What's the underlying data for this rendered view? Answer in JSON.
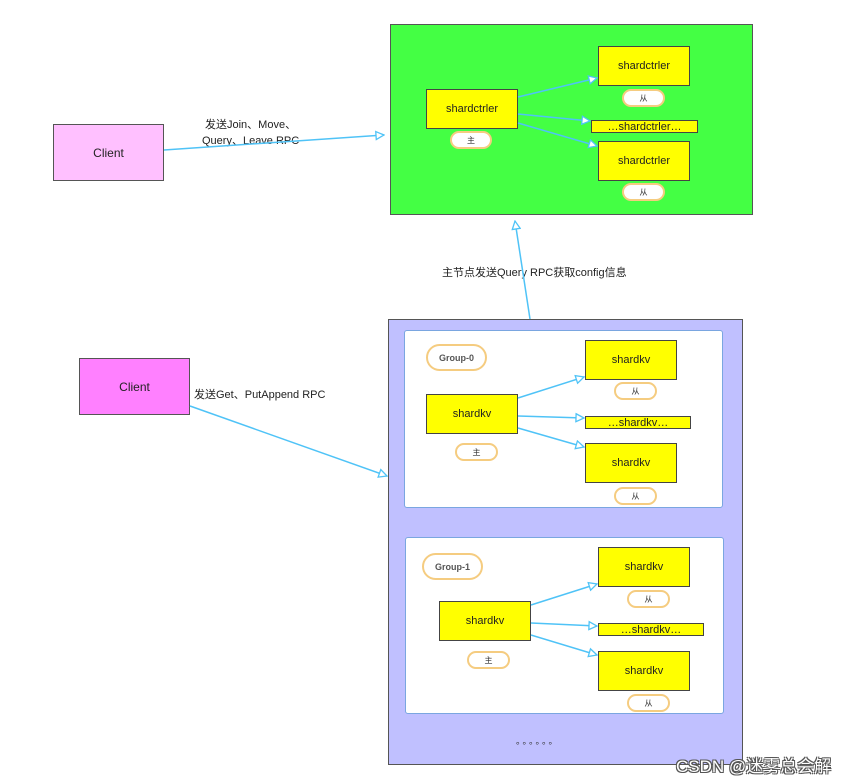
{
  "colors": {
    "shardctrler_cluster_bg": "#44ff44",
    "shardkv_cluster_bg": "#c0c0ff",
    "node_fill": "#ffff00",
    "client1_fill": "#ffc0ff",
    "client2_fill": "#ff80ff",
    "arrow": "#4fc3f7",
    "pill_border": "#f5cc80"
  },
  "clients": [
    {
      "label": "Client"
    },
    {
      "label": "Client"
    }
  ],
  "edge_labels": {
    "client_to_ctrler_line1": "发送Join、Move、",
    "client_to_ctrler_line2": "Query、Leave RPC",
    "client_to_kv": "发送Get、PutAppend RPC",
    "kv_to_ctrler": "主节点发送Query RPC获取config信息"
  },
  "shardctrler_cluster": {
    "leader": {
      "label": "shardctrler",
      "role": "主"
    },
    "followers": [
      {
        "label": "shardctrler",
        "role": "从"
      },
      {
        "label": "shardctrler",
        "role": "从"
      }
    ],
    "ellipsis_label": "…shardctrler…"
  },
  "shardkv_cluster": {
    "groups": [
      {
        "name": "Group-0",
        "leader": {
          "label": "shardkv",
          "role": "主"
        },
        "followers": [
          {
            "label": "shardkv",
            "role": "从"
          },
          {
            "label": "shardkv",
            "role": "从"
          }
        ],
        "ellipsis_label": "…shardkv…"
      },
      {
        "name": "Group-1",
        "leader": {
          "label": "shardkv",
          "role": "主"
        },
        "followers": [
          {
            "label": "shardkv",
            "role": "从"
          },
          {
            "label": "shardkv",
            "role": "从"
          }
        ],
        "ellipsis_label": "…shardkv…"
      }
    ],
    "more_groups": "。。。。。。"
  },
  "watermark": "CSDN @迷雾总会解"
}
